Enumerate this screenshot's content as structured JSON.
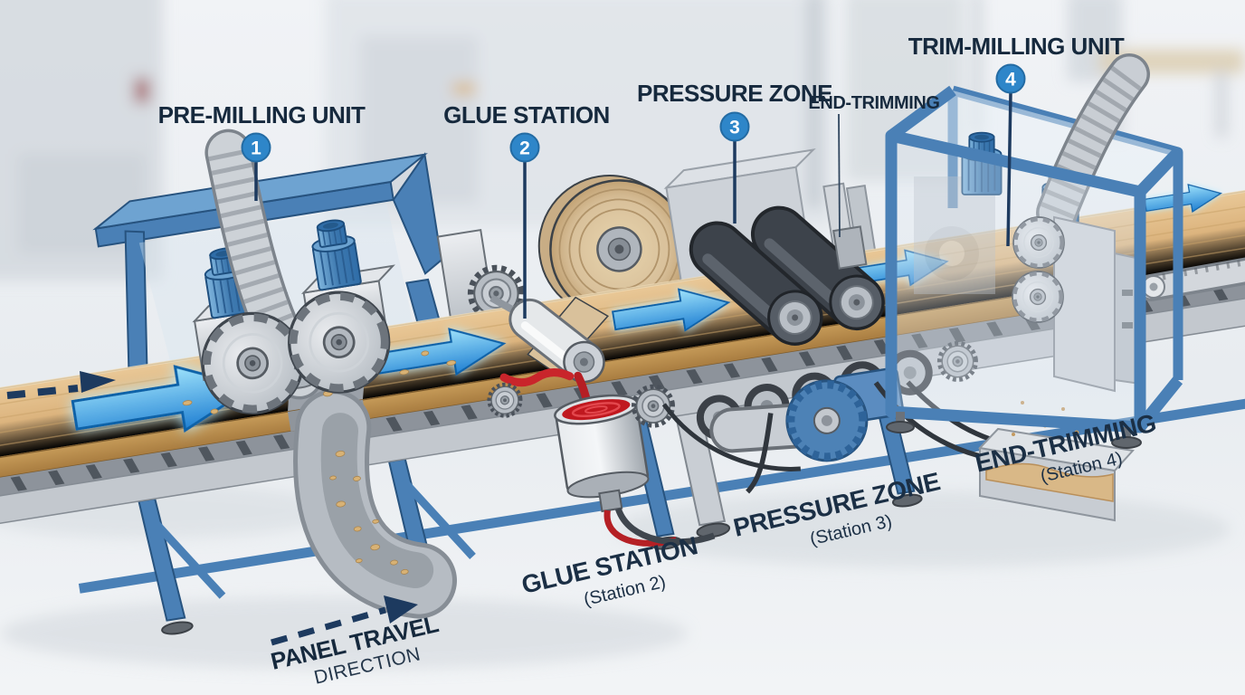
{
  "labels": {
    "premilling": {
      "badge": "1",
      "title": "PRE-MILLING UNIT"
    },
    "glue": {
      "badge": "2",
      "title": "GLUE STATION"
    },
    "pressure": {
      "badge": "3",
      "title": "PRESSURE ZONE"
    },
    "endtrim_top": {
      "title": "END-TRIMMING"
    },
    "trimmilling": {
      "badge": "4",
      "title": "TRIM-MILLING UNIT"
    },
    "floor_glue": {
      "title": "GLUE STATION",
      "subtitle": "(Station 2)"
    },
    "floor_pressure": {
      "title": "PRESSURE ZONE",
      "subtitle": "(Station 3)"
    },
    "floor_endtrim": {
      "title": "END-TRIMMING",
      "subtitle": "(Station 4)"
    },
    "travel": {
      "line1": "PANEL TRAVEL",
      "line2": "DIRECTION"
    }
  },
  "colors": {
    "badge_blue": "#2e86c9",
    "label_navy": "#16293d",
    "arrow_blue_light": "#9ee2fb",
    "arrow_blue_deep": "#1f7fd2",
    "glue_red": "#c9252b",
    "wood_tan": "#d9b483",
    "edgeband_tan": "#d9c19b",
    "frame_blue": "#4a80b6",
    "metal_gray": "#c6ccd4",
    "roller_dark": "#3a3f46"
  }
}
